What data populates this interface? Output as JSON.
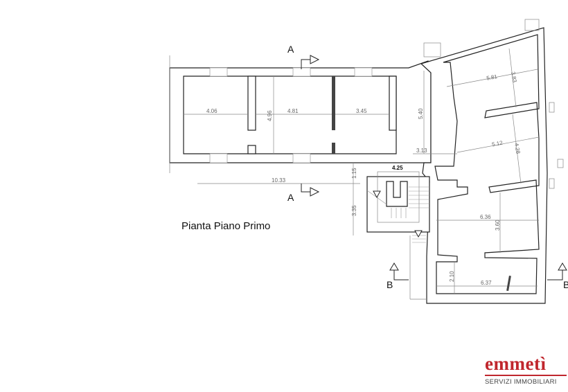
{
  "plan": {
    "title": "Pianta Piano Primo",
    "section_labels": {
      "a_top": "A",
      "a_bottom": "A",
      "b_left": "B",
      "b_right": "B"
    },
    "dimensions": {
      "d406": "4.06",
      "d496": "4.96",
      "d481": "4.81",
      "d345": "3.45",
      "d540": "5.40",
      "d313": "3.13",
      "d425": "4.25",
      "d1033": "10.33",
      "d115": "1.15",
      "d335": "3.35",
      "d581": "5.81",
      "d383": "3.83",
      "d512": "5.12",
      "d428": "4.28",
      "d636": "6.36",
      "d360": "3.60",
      "d210": "2.10",
      "d637": "6.37"
    }
  },
  "logo": {
    "name": "emmetì",
    "tagline": "SERVIZI IMMOBILIARI",
    "color": "#c0262d"
  }
}
